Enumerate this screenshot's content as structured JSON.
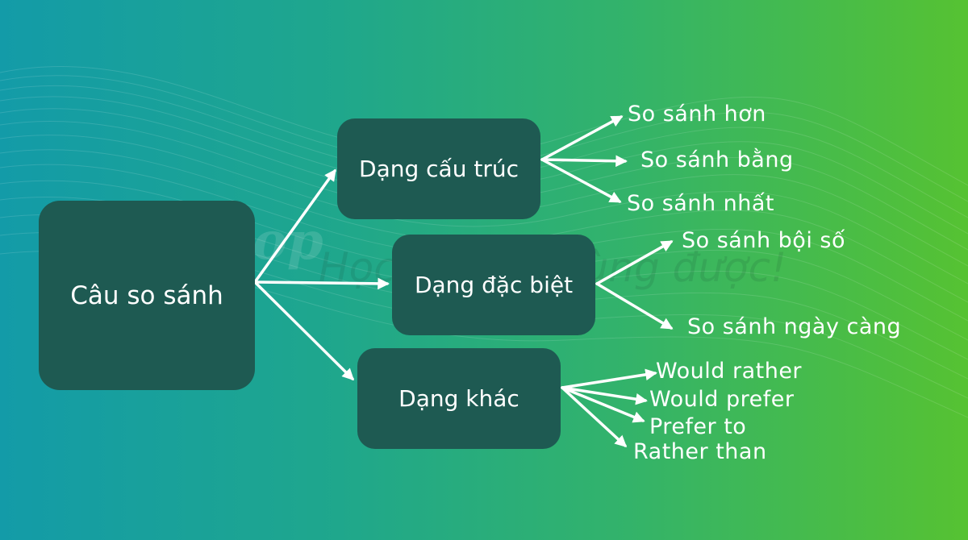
{
  "watermark": {
    "brand": "Vietop",
    "slogan": "Học là phải dùng được!"
  },
  "diagram": {
    "root": "Câu so sánh",
    "branches": [
      {
        "label": "Dạng cấu trúc",
        "leaves": [
          "So sánh hơn",
          "So sánh bằng",
          "So sánh nhất"
        ]
      },
      {
        "label": "Dạng đặc biệt",
        "leaves": [
          "So sánh bội số",
          "So sánh ngày càng"
        ]
      },
      {
        "label": "Dạng khác",
        "leaves": [
          "Would rather",
          "Would prefer",
          "Prefer to",
          "Rather than"
        ]
      }
    ]
  },
  "colors": {
    "box_fill": "#1e5a52",
    "text": "#ffffff",
    "arrow": "#ffffff",
    "gradient_start": "#139ba8",
    "gradient_end": "#56c232"
  }
}
